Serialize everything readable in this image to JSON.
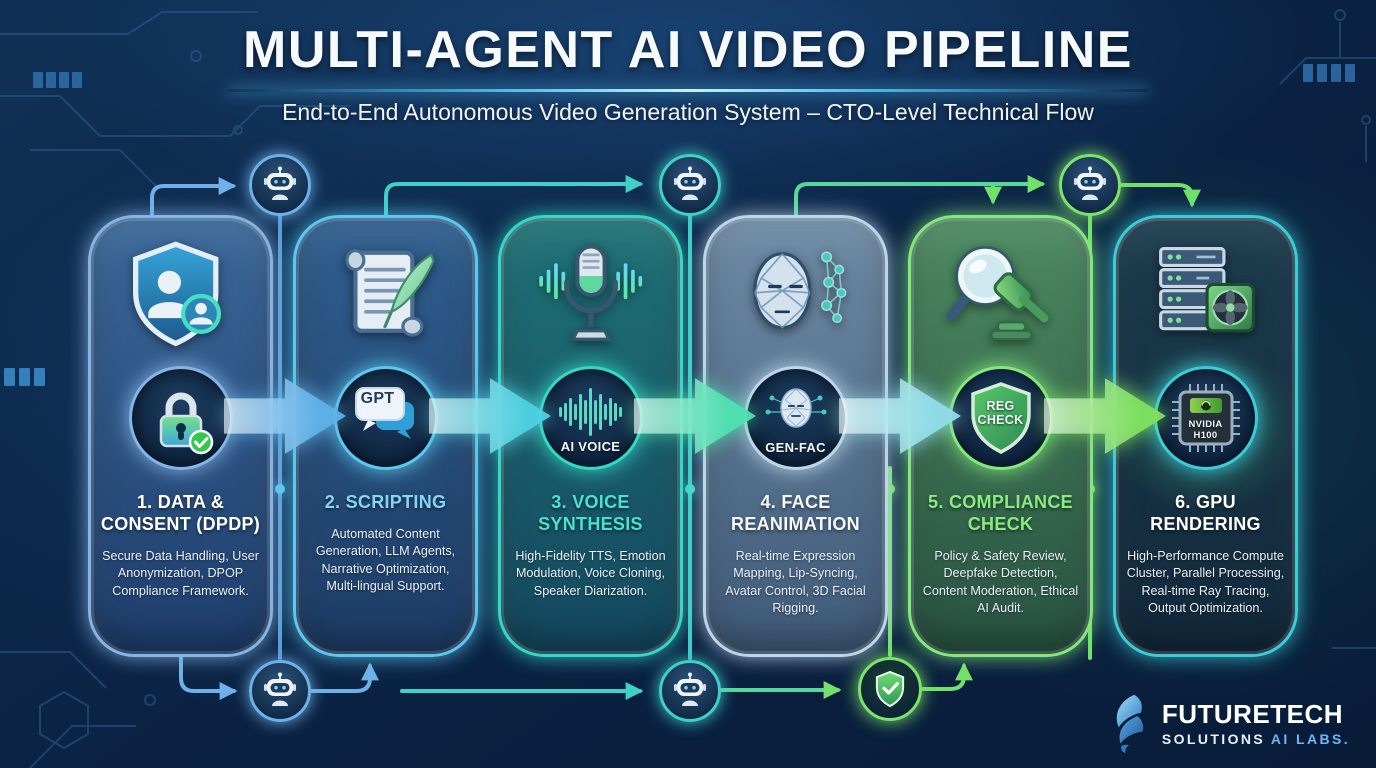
{
  "header": {
    "title": "MULTI-AGENT AI VIDEO PIPELINE",
    "subtitle": "End-to-End Autonomous Video Generation System – CTO-Level Technical Flow"
  },
  "stages": [
    {
      "title": "1. DATA & CONSENT (DPDP)",
      "description": "Secure Data Handling, User Anonymization, DPOP Compliance Framework.",
      "icon": "shield-users-icon",
      "badge_icon": "lock-check-icon",
      "badge_label": "",
      "colors": {
        "border": "#86b4e4",
        "fill_top": "#3a6898",
        "fill_bottom": "#1e3d6b",
        "title": "#ffffff"
      }
    },
    {
      "title": "2. SCRIPTING",
      "description": "Automated Content Generation, LLM Agents, Narrative Optimization, Multi-lingual Support.",
      "icon": "scroll-quill-icon",
      "badge_icon": "chat-bubble-icon",
      "badge_label": "GPT",
      "colors": {
        "border": "#5cc8ee",
        "fill_top": "#2f5e8e",
        "fill_bottom": "#1d3c66",
        "title": "#85d6f2"
      }
    },
    {
      "title": "3. VOICE SYNTHESIS",
      "description": "High-Fidelity TTS, Emotion Modulation, Voice Cloning, Speaker Diarization.",
      "icon": "microphone-icon",
      "badge_icon": "waveform-icon",
      "badge_label": "AI VOICE",
      "colors": {
        "border": "#35d8c5",
        "fill_top": "#1f7276",
        "fill_bottom": "#14475e",
        "title": "#4be0cf"
      }
    },
    {
      "title": "4. FACE REANIMATION",
      "description": "Real-time Expression Mapping, Lip-Syncing, Avatar Control, 3D Facial Rigging.",
      "icon": "face-mesh-icon",
      "badge_icon": "face-network-icon",
      "badge_label": "GEN-FAC",
      "colors": {
        "border": "#bcd6ea",
        "fill_top": "#6e8aa4",
        "fill_bottom": "#3f5a78",
        "title": "#f4f8fc"
      }
    },
    {
      "title": "5. COMPLIANCE CHECK",
      "description": "Policy & Safety Review, Deepfake Detection, Content Moderation, Ethical AI Audit.",
      "icon": "magnifier-gavel-icon",
      "badge_icon": "reg-shield-icon",
      "badge_label": "REG CHECK",
      "colors": {
        "border": "#84e87c",
        "fill_top": "#4c8a60",
        "fill_bottom": "#285242",
        "title": "#8aec7e"
      }
    },
    {
      "title": "6. GPU RENDERING",
      "description": "High-Performance Compute Cluster, Parallel Processing, Real-time Ray Tracing, Output Optimization.",
      "icon": "server-gpu-icon",
      "badge_icon": "gpu-chip-icon",
      "badge_label": "NVIDIA H100",
      "colors": {
        "border": "#3cccd8",
        "fill_top": "#1c3c4e",
        "fill_bottom": "#12293c",
        "title": "#ffffff"
      }
    }
  ],
  "connectors": {
    "arrow_colors": [
      "#5fb0e8",
      "#4fd0e0",
      "#4fe0b0",
      "#90dce8",
      "#7fe060"
    ],
    "robot_ring_colors": [
      "#6fb0e8",
      "#3fd0c8",
      "#7ee36a",
      "#6fb0e8",
      "#3fd0c8"
    ],
    "agent_icon": "robot-icon",
    "check_icon": "shield-check-icon"
  },
  "logo": {
    "name": "FUTURETECH",
    "sub": "SOLUTIONS",
    "sub_accent": "AI LABS."
  }
}
